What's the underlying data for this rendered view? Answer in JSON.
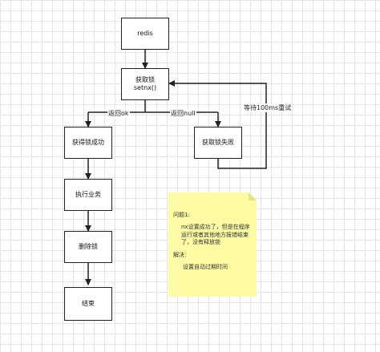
{
  "nodes": {
    "redis": "redis",
    "acquire_line1": "获取锁",
    "acquire_line2": "setnx()",
    "acquire_success": "获得锁成功",
    "acquire_fail": "获取锁失败",
    "execute_business": "执行业务",
    "delete_lock": "删除锁",
    "end": "结束"
  },
  "edges": {
    "return_ok": "返回ok",
    "return_null": "返回null",
    "wait_retry": "等待100ms重试"
  },
  "note": {
    "title": "问题1:",
    "body": "nx设置成功了，但是在程序运行或者其他地方报错结束了，没有释放锁",
    "solution_label": "解决：",
    "solution": "设置自动过期时间"
  },
  "colors": {
    "note_bg": "#fdfba4",
    "stroke": "#222222"
  }
}
